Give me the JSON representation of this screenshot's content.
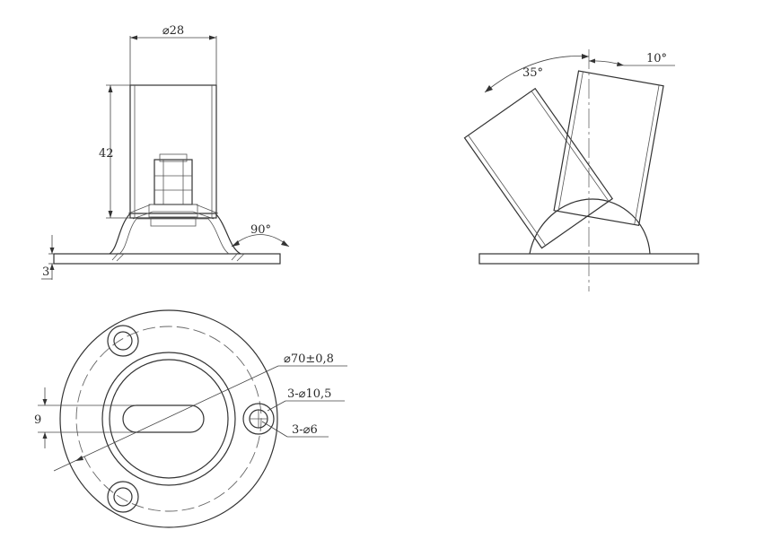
{
  "dimensions": {
    "tube_diameter": "⌀28",
    "tube_height": "42",
    "base_thickness": "3",
    "flange_angle": "90°",
    "tilt_left": "35°",
    "tilt_right": "10°",
    "flange_diameter": "⌀70±0,8",
    "counterbore": "3-⌀10,5",
    "hole": "3-⌀6",
    "slot_width": "9"
  },
  "colors": {
    "line": "#333333",
    "background": "#ffffff"
  }
}
